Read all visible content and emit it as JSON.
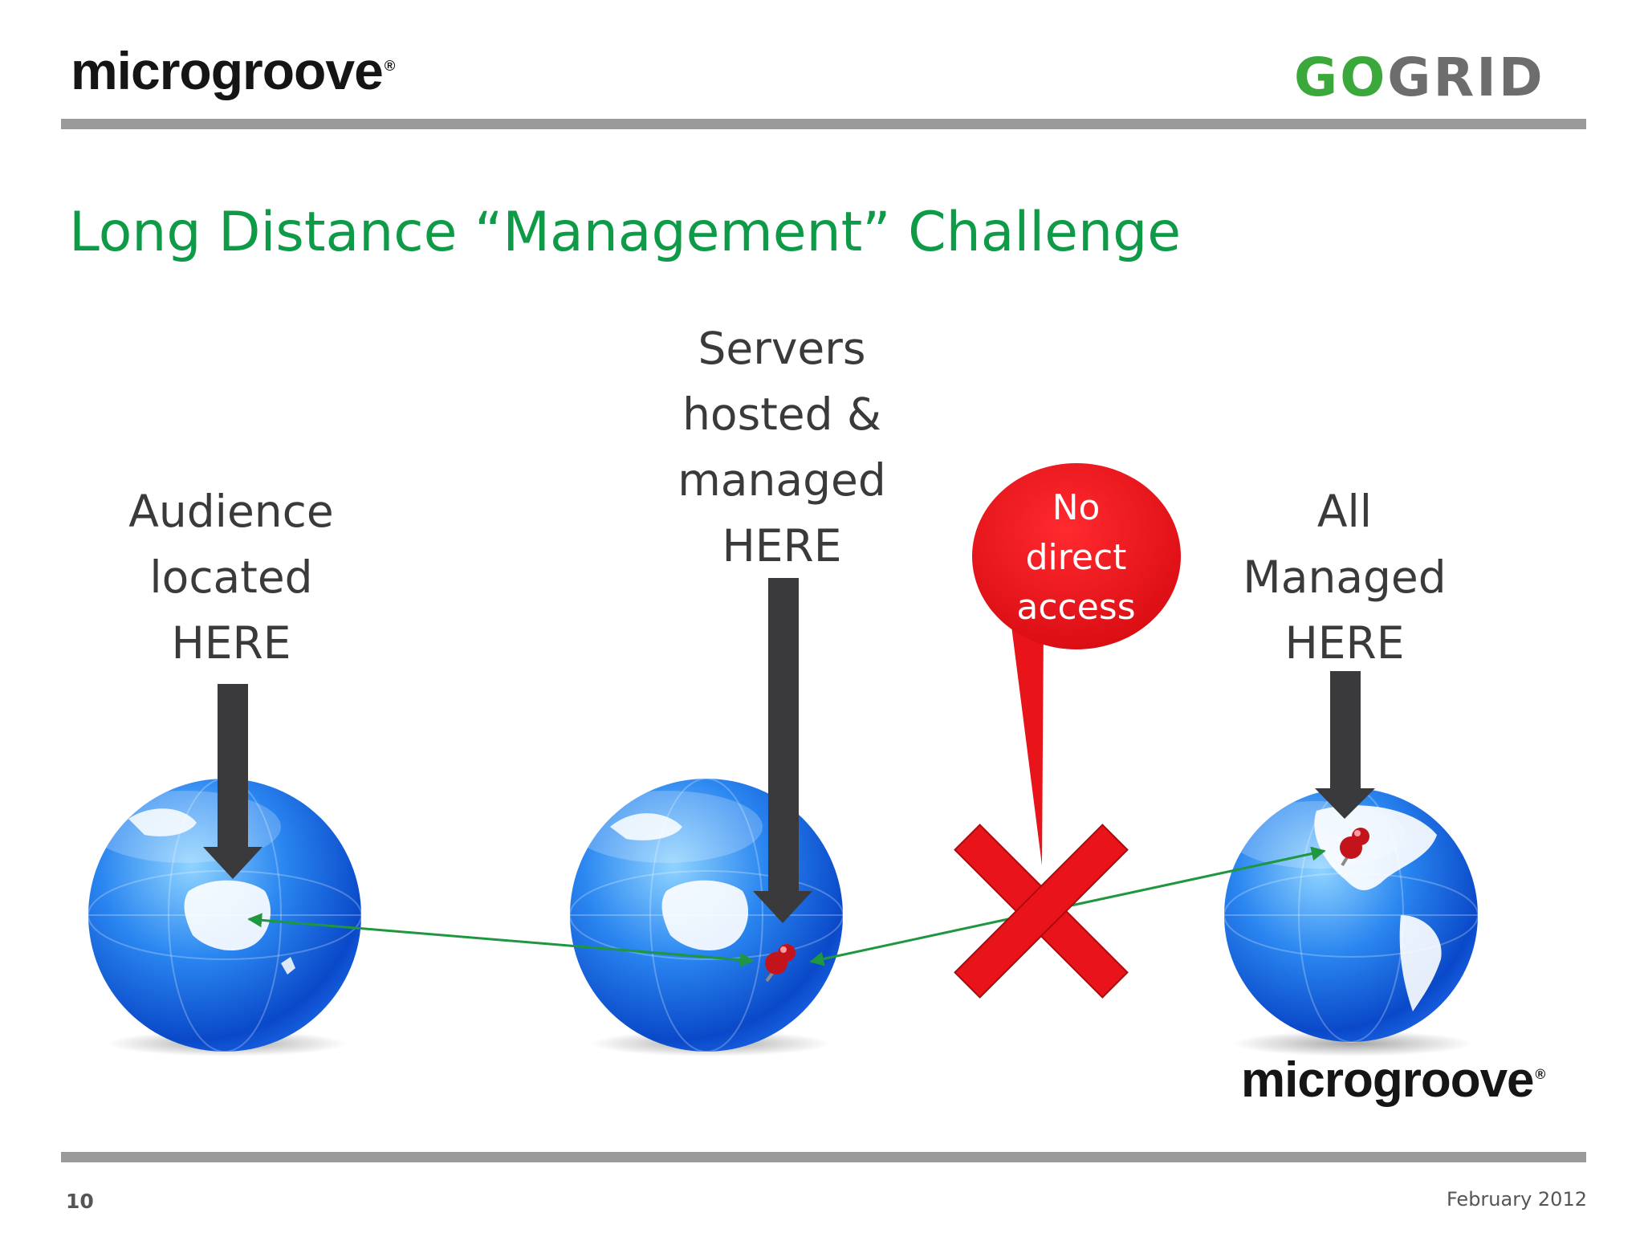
{
  "header": {
    "brand_left": "microgroove",
    "brand_left_mark": "®",
    "brand_right_go": "G",
    "brand_right_o": "O",
    "brand_right_grid": "GRID",
    "brand_right_color_green": "#3aa83a",
    "brand_right_color_gray": "#6d6d6d"
  },
  "slide": {
    "title": "Long Distance “Management” Challenge",
    "title_color": "#0f9a47",
    "captions": {
      "audience": [
        "Audience",
        "located",
        "HERE"
      ],
      "servers": [
        "Servers",
        "hosted &",
        "managed",
        "HERE"
      ],
      "managed": [
        "All",
        "Managed",
        "HERE"
      ]
    },
    "callout": {
      "lines": [
        "No",
        "direct",
        "access"
      ],
      "color": "#e8141a"
    },
    "globes": [
      {
        "region": "australia",
        "icon": "globe-australia-icon"
      },
      {
        "region": "australia",
        "icon": "globe-australia-icon"
      },
      {
        "region": "americas",
        "icon": "globe-americas-icon"
      }
    ],
    "bottom_brand": "microgroove",
    "bottom_brand_mark": "®",
    "connector_color": "#1f9640",
    "arrow_color": "#3a3a3c"
  },
  "footer": {
    "slide_number": "10",
    "date": "February 2012"
  }
}
